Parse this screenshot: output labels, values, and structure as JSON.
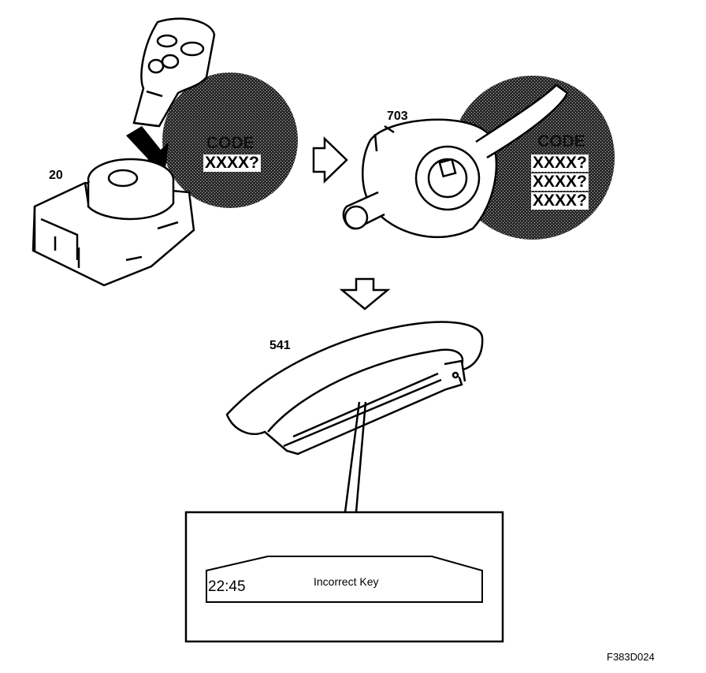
{
  "labels": {
    "ignition_switch": "20",
    "steering_column_module": "703",
    "main_instrument_unit": "541"
  },
  "code_bubble_1": {
    "header": "CODE",
    "lines": [
      "XXXX?"
    ]
  },
  "code_bubble_2": {
    "header": "CODE",
    "lines": [
      "XXXX?",
      "XXXX?",
      "XXXX?"
    ]
  },
  "display": {
    "time": "22:45",
    "message": "Incorrect Key"
  },
  "figure_id": "F383D024"
}
